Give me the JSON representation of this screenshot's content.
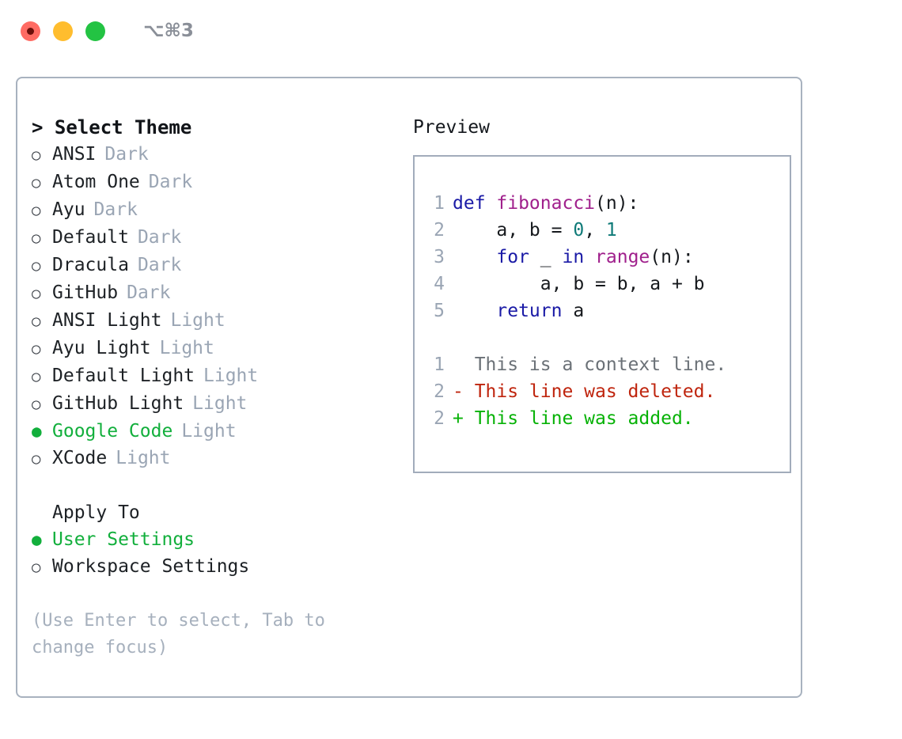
{
  "titlebar": {
    "shortcut": "⌥⌘3",
    "buttons": [
      {
        "name": "close",
        "color": "#ff6b63"
      },
      {
        "name": "minimize",
        "color": "#ffbd2e"
      },
      {
        "name": "maximize",
        "color": "#23c343"
      }
    ]
  },
  "theme_panel": {
    "title": "> Select Theme",
    "marker_selected": "●",
    "marker_unselected": "○",
    "options": [
      {
        "label": "ANSI",
        "variant": "Dark",
        "selected": false
      },
      {
        "label": "Atom One",
        "variant": "Dark",
        "selected": false
      },
      {
        "label": "Ayu",
        "variant": "Dark",
        "selected": false
      },
      {
        "label": "Default",
        "variant": "Dark",
        "selected": false
      },
      {
        "label": "Dracula",
        "variant": "Dark",
        "selected": false
      },
      {
        "label": "GitHub",
        "variant": "Dark",
        "selected": false
      },
      {
        "label": "ANSI Light",
        "variant": "Light",
        "selected": false
      },
      {
        "label": "Ayu Light",
        "variant": "Light",
        "selected": false
      },
      {
        "label": "Default Light",
        "variant": "Light",
        "selected": false
      },
      {
        "label": "GitHub Light",
        "variant": "Light",
        "selected": false
      },
      {
        "label": "Google Code",
        "variant": "Light",
        "selected": true
      },
      {
        "label": "XCode",
        "variant": "Light",
        "selected": false
      }
    ]
  },
  "apply_to": {
    "title": "Apply To",
    "options": [
      {
        "label": "User Settings",
        "selected": true
      },
      {
        "label": "Workspace Settings",
        "selected": false
      }
    ]
  },
  "hint": "(Use Enter to select, Tab to change focus)",
  "preview": {
    "title": "Preview",
    "code_lines": [
      {
        "n": "1",
        "tokens": [
          {
            "t": "def ",
            "c": "kw"
          },
          {
            "t": "fibonacci",
            "c": "fn"
          },
          {
            "t": "(n):",
            "c": "pln"
          }
        ]
      },
      {
        "n": "2",
        "tokens": [
          {
            "t": "    a, b = ",
            "c": "pln"
          },
          {
            "t": "0",
            "c": "num"
          },
          {
            "t": ", ",
            "c": "pln"
          },
          {
            "t": "1",
            "c": "num"
          }
        ]
      },
      {
        "n": "3",
        "tokens": [
          {
            "t": "    ",
            "c": "pln"
          },
          {
            "t": "for",
            "c": "kw"
          },
          {
            "t": " _ ",
            "c": "pln"
          },
          {
            "t": "in",
            "c": "kw"
          },
          {
            "t": " ",
            "c": "pln"
          },
          {
            "t": "range",
            "c": "fn"
          },
          {
            "t": "(n):",
            "c": "pln"
          }
        ]
      },
      {
        "n": "4",
        "tokens": [
          {
            "t": "        a, b = b, a + b",
            "c": "pln"
          }
        ]
      },
      {
        "n": "5",
        "tokens": [
          {
            "t": "    ",
            "c": "pln"
          },
          {
            "t": "return",
            "c": "kw"
          },
          {
            "t": " a",
            "c": "pln"
          }
        ]
      }
    ],
    "diff_lines": [
      {
        "n": "1",
        "text": "  This is a context line.",
        "kind": "ctx"
      },
      {
        "n": "2",
        "text": "- This line was deleted.",
        "kind": "del"
      },
      {
        "n": "2",
        "text": "+ This line was added.",
        "kind": "add"
      }
    ]
  },
  "colors": {
    "accent_green": "#12af3c",
    "muted": "#9aa5b4",
    "keyword": "#1a1aa6",
    "function": "#a0208c",
    "number": "#0f7a78",
    "diff_add": "#07b207",
    "diff_del": "#bf250e",
    "border": "#a8b2bf"
  }
}
